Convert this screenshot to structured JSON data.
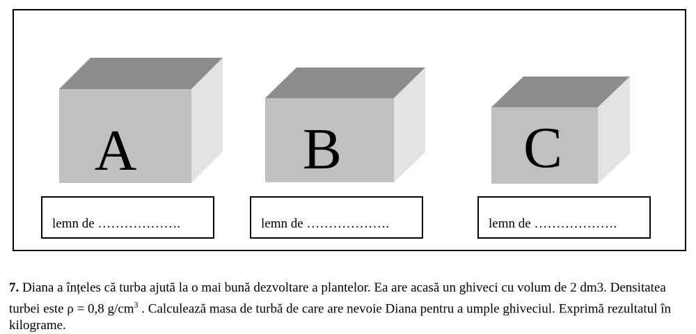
{
  "cubes": [
    {
      "letter": "A",
      "label": "lemn de ………………."
    },
    {
      "letter": "B",
      "label": "lemn de ………………."
    },
    {
      "letter": "C",
      "label": "lemn de ………………."
    }
  ],
  "question": {
    "number": "7.",
    "text_part1": " Diana a înțeles că turba ajută la o mai bună dezvoltare a plantelor. Ea are acasă un ghiveci cu volum de 2 dm3. Densitatea turbei este ρ = 0,8 g/cm",
    "superscript": "3",
    "text_part2": " . Calculează masa de turbă de care are nevoie Diana pentru a umple ghiveciul. Exprimă rezultatul în kilograme."
  },
  "colors": {
    "top_face": "#8c8c8c",
    "front_face": "#c0c0c0",
    "side_face": "#e3e3e3"
  }
}
